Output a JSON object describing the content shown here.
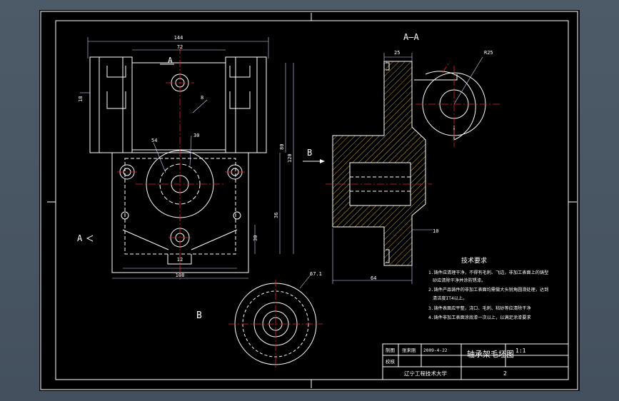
{
  "view_labels": {
    "section_title": "A—A",
    "view_a_marker": "A",
    "view_a_arrow": "A",
    "view_b_marker": "B",
    "view_b_label": "B"
  },
  "dimensions": {
    "top_width": "144",
    "top_inner": "72",
    "left_small": "18",
    "r_hole": "8",
    "dia_left": "54",
    "dia_right": "30",
    "h_total": "120",
    "h_mid": "80",
    "h_low": "36",
    "bottom_small": "12",
    "bottom_width": "108",
    "side_small": "30",
    "section_top": "25",
    "section_radius": "R25",
    "section_right": "10",
    "section_bottom": "64",
    "circle_dia": "67.1"
  },
  "tech_notes": {
    "heading": "技术要求",
    "lines": [
      "1.铸件应清理干净，不得有毛刺、飞边，非加工表面上的铸型",
      "砂应清除干净并涂防锈漆。",
      "2.铸件产品铸件的非加工表面均需做大头锐角圆滑处理，达到",
      "清洁度IT4以上。",
      "3.铸件表面应平整，浇口、毛刺、粘砂等应清除干净",
      "4.铸件非加工表面涂底漆一次以上，以满足涂漆要求"
    ]
  },
  "title_block": {
    "row1_label": "制图",
    "row1_name": "张来刚",
    "row1_date": "2009-4-22",
    "row2_label": "校核",
    "title": "轴承架毛坯图",
    "scale": "1:1",
    "school": "辽宁工程技术大学",
    "sheet_no": "2"
  }
}
